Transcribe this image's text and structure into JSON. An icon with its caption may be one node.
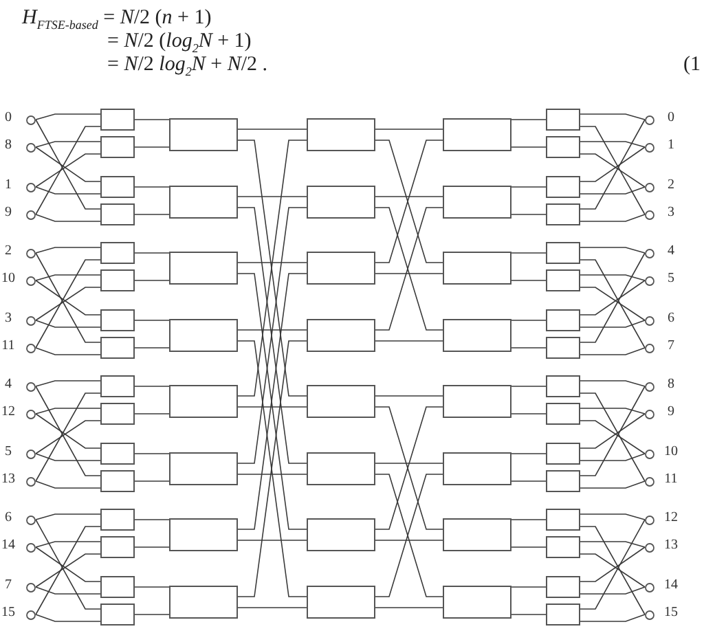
{
  "diagram": {
    "nodes": [
      {
        "text": [],
        "shape": "circle",
        "beside": [
          "0"
        ]
      },
      {
        "text": [],
        "shape": "circle",
        "beside": [
          "8"
        ]
      },
      {
        "text": [],
        "shape": "circle",
        "beside": [
          "1"
        ]
      },
      {
        "text": [],
        "shape": "circle",
        "beside": [
          "9"
        ]
      },
      {
        "text": [],
        "shape": "circle",
        "beside": [
          "2"
        ]
      },
      {
        "text": [],
        "shape": "circle",
        "beside": [
          "10"
        ]
      },
      {
        "text": [],
        "shape": "circle",
        "beside": [
          "3"
        ]
      },
      {
        "text": [],
        "shape": "circle",
        "beside": [
          "11"
        ]
      },
      {
        "text": [],
        "shape": "circle",
        "beside": [
          "4"
        ]
      },
      {
        "text": [],
        "shape": "circle",
        "beside": [
          "12"
        ]
      },
      {
        "text": [],
        "shape": "circle",
        "beside": [
          "5"
        ]
      },
      {
        "text": [],
        "shape": "circle",
        "beside": [
          "13"
        ]
      },
      {
        "text": [],
        "shape": "circle",
        "beside": [
          "6"
        ]
      },
      {
        "text": [],
        "shape": "circle",
        "beside": [
          "14"
        ]
      },
      {
        "text": [],
        "shape": "circle",
        "beside": [
          "7"
        ]
      },
      {
        "text": [],
        "shape": "circle",
        "beside": [
          "15"
        ]
      },
      {
        "text": [],
        "shape": "box"
      },
      {
        "text": [],
        "shape": "box"
      },
      {
        "text": [],
        "shape": "box"
      },
      {
        "text": [],
        "shape": "box"
      },
      {
        "text": [],
        "shape": "box"
      },
      {
        "text": [],
        "shape": "box"
      },
      {
        "text": [],
        "shape": "box"
      },
      {
        "text": [],
        "shape": "box"
      },
      {
        "text": [],
        "shape": "box"
      },
      {
        "text": [],
        "shape": "box"
      },
      {
        "text": [],
        "shape": "box"
      },
      {
        "text": [],
        "shape": "box"
      },
      {
        "text": [],
        "shape": "box"
      },
      {
        "text": [],
        "shape": "box"
      },
      {
        "text": [],
        "shape": "box"
      },
      {
        "text": [],
        "shape": "box"
      },
      {
        "text": [],
        "shape": "box"
      },
      {
        "text": [],
        "shape": "box"
      },
      {
        "text": [],
        "shape": "box"
      },
      {
        "text": [],
        "shape": "box"
      },
      {
        "text": [],
        "shape": "box"
      },
      {
        "text": [],
        "shape": "box"
      },
      {
        "text": [],
        "shape": "box"
      },
      {
        "text": [],
        "shape": "box"
      },
      {
        "text": [],
        "shape": "box"
      },
      {
        "text": [],
        "shape": "box"
      },
      {
        "text": [],
        "shape": "box"
      },
      {
        "text": [],
        "shape": "box"
      },
      {
        "text": [],
        "shape": "box"
      },
      {
        "text": [],
        "shape": "box"
      },
      {
        "text": [],
        "shape": "box"
      },
      {
        "text": [],
        "shape": "box"
      },
      {
        "text": [],
        "shape": "box"
      },
      {
        "text": [],
        "shape": "box"
      },
      {
        "text": [],
        "shape": "box"
      },
      {
        "text": [],
        "shape": "box"
      },
      {
        "text": [],
        "shape": "box"
      },
      {
        "text": [],
        "shape": "box"
      },
      {
        "text": [],
        "shape": "box"
      },
      {
        "text": [],
        "shape": "box"
      },
      {
        "text": [],
        "shape": "box"
      },
      {
        "text": [],
        "shape": "box"
      },
      {
        "text": [],
        "shape": "box"
      },
      {
        "text": [],
        "shape": "box"
      },
      {
        "text": [],
        "shape": "box"
      },
      {
        "text": [],
        "shape": "box"
      },
      {
        "text": [],
        "shape": "box"
      },
      {
        "text": [],
        "shape": "box"
      },
      {
        "text": [],
        "shape": "box"
      },
      {
        "text": [],
        "shape": "box"
      },
      {
        "text": [],
        "shape": "box"
      },
      {
        "text": [],
        "shape": "box"
      },
      {
        "text": [],
        "shape": "box"
      },
      {
        "text": [],
        "shape": "box"
      },
      {
        "text": [],
        "shape": "box"
      },
      {
        "text": [],
        "shape": "box"
      },
      {
        "text": [],
        "shape": "circle",
        "beside": [
          "0"
        ]
      },
      {
        "text": [],
        "shape": "circle",
        "beside": [
          "1"
        ]
      },
      {
        "text": [],
        "shape": "circle",
        "beside": [
          "2"
        ]
      },
      {
        "text": [],
        "shape": "circle",
        "beside": [
          "3"
        ]
      },
      {
        "text": [],
        "shape": "circle",
        "beside": [
          "4"
        ]
      },
      {
        "text": [],
        "shape": "circle",
        "beside": [
          "5"
        ]
      },
      {
        "text": [],
        "shape": "circle",
        "beside": [
          "6"
        ]
      },
      {
        "text": [],
        "shape": "circle",
        "beside": [
          "7"
        ]
      },
      {
        "text": [],
        "shape": "circle",
        "beside": [
          "8"
        ]
      },
      {
        "text": [],
        "shape": "circle",
        "beside": [
          "9"
        ]
      },
      {
        "text": [],
        "shape": "circle",
        "beside": [
          "10"
        ]
      },
      {
        "text": [],
        "shape": "circle",
        "beside": [
          "11"
        ]
      },
      {
        "text": [],
        "shape": "circle",
        "beside": [
          "12"
        ]
      },
      {
        "text": [],
        "shape": "circle",
        "beside": [
          "13"
        ]
      },
      {
        "text": [],
        "shape": "circle",
        "beside": [
          "14"
        ]
      },
      {
        "text": [],
        "shape": "circle",
        "beside": [
          "15"
        ]
      }
    ],
    "edges": [
      {
        "from": 0,
        "to": 16,
        "arrow": "none"
      },
      {
        "from": 0,
        "to": 19,
        "arrow": "none"
      },
      {
        "from": 1,
        "to": 17,
        "arrow": "none"
      },
      {
        "from": 1,
        "to": 18,
        "arrow": "none"
      },
      {
        "from": 2,
        "to": 17,
        "arrow": "none"
      },
      {
        "from": 2,
        "to": 18,
        "arrow": "none"
      },
      {
        "from": 3,
        "to": 16,
        "arrow": "none"
      },
      {
        "from": 3,
        "to": 19,
        "arrow": "none"
      },
      {
        "from": 4,
        "to": 20,
        "arrow": "none"
      },
      {
        "from": 4,
        "to": 23,
        "arrow": "none"
      },
      {
        "from": 5,
        "to": 21,
        "arrow": "none"
      },
      {
        "from": 5,
        "to": 22,
        "arrow": "none"
      },
      {
        "from": 6,
        "to": 21,
        "arrow": "none"
      },
      {
        "from": 6,
        "to": 22,
        "arrow": "none"
      },
      {
        "from": 7,
        "to": 20,
        "arrow": "none"
      },
      {
        "from": 7,
        "to": 23,
        "arrow": "none"
      },
      {
        "from": 8,
        "to": 24,
        "arrow": "none"
      },
      {
        "from": 8,
        "to": 27,
        "arrow": "none"
      },
      {
        "from": 9,
        "to": 25,
        "arrow": "none"
      },
      {
        "from": 9,
        "to": 26,
        "arrow": "none"
      },
      {
        "from": 10,
        "to": 25,
        "arrow": "none"
      },
      {
        "from": 10,
        "to": 26,
        "arrow": "none"
      },
      {
        "from": 11,
        "to": 24,
        "arrow": "none"
      },
      {
        "from": 11,
        "to": 27,
        "arrow": "none"
      },
      {
        "from": 12,
        "to": 28,
        "arrow": "none"
      },
      {
        "from": 12,
        "to": 31,
        "arrow": "none"
      },
      {
        "from": 13,
        "to": 29,
        "arrow": "none"
      },
      {
        "from": 13,
        "to": 30,
        "arrow": "none"
      },
      {
        "from": 14,
        "to": 29,
        "arrow": "none"
      },
      {
        "from": 14,
        "to": 30,
        "arrow": "none"
      },
      {
        "from": 15,
        "to": 28,
        "arrow": "none"
      },
      {
        "from": 15,
        "to": 31,
        "arrow": "none"
      },
      {
        "from": 16,
        "to": 32,
        "arrow": "none"
      },
      {
        "from": 17,
        "to": 32,
        "arrow": "none"
      },
      {
        "from": 18,
        "to": 33,
        "arrow": "none"
      },
      {
        "from": 19,
        "to": 33,
        "arrow": "none"
      },
      {
        "from": 20,
        "to": 34,
        "arrow": "none"
      },
      {
        "from": 21,
        "to": 34,
        "arrow": "none"
      },
      {
        "from": 22,
        "to": 35,
        "arrow": "none"
      },
      {
        "from": 23,
        "to": 35,
        "arrow": "none"
      },
      {
        "from": 24,
        "to": 36,
        "arrow": "none"
      },
      {
        "from": 25,
        "to": 36,
        "arrow": "none"
      },
      {
        "from": 26,
        "to": 37,
        "arrow": "none"
      },
      {
        "from": 27,
        "to": 37,
        "arrow": "none"
      },
      {
        "from": 28,
        "to": 38,
        "arrow": "none"
      },
      {
        "from": 29,
        "to": 38,
        "arrow": "none"
      },
      {
        "from": 30,
        "to": 39,
        "arrow": "none"
      },
      {
        "from": 31,
        "to": 39,
        "arrow": "none"
      },
      {
        "from": 32,
        "to": 40,
        "arrow": "none"
      },
      {
        "from": 32,
        "to": 44,
        "arrow": "none"
      },
      {
        "from": 33,
        "to": 41,
        "arrow": "none"
      },
      {
        "from": 33,
        "to": 45,
        "arrow": "none"
      },
      {
        "from": 34,
        "to": 42,
        "arrow": "none"
      },
      {
        "from": 34,
        "to": 46,
        "arrow": "none"
      },
      {
        "from": 35,
        "to": 43,
        "arrow": "none"
      },
      {
        "from": 35,
        "to": 47,
        "arrow": "none"
      },
      {
        "from": 36,
        "to": 40,
        "arrow": "none"
      },
      {
        "from": 36,
        "to": 44,
        "arrow": "none"
      },
      {
        "from": 37,
        "to": 41,
        "arrow": "none"
      },
      {
        "from": 37,
        "to": 45,
        "arrow": "none"
      },
      {
        "from": 38,
        "to": 42,
        "arrow": "none"
      },
      {
        "from": 38,
        "to": 46,
        "arrow": "none"
      },
      {
        "from": 39,
        "to": 43,
        "arrow": "none"
      },
      {
        "from": 39,
        "to": 47,
        "arrow": "none"
      },
      {
        "from": 40,
        "to": 48,
        "arrow": "none"
      },
      {
        "from": 40,
        "to": 50,
        "arrow": "none"
      },
      {
        "from": 41,
        "to": 49,
        "arrow": "none"
      },
      {
        "from": 41,
        "to": 51,
        "arrow": "none"
      },
      {
        "from": 42,
        "to": 48,
        "arrow": "none"
      },
      {
        "from": 42,
        "to": 50,
        "arrow": "none"
      },
      {
        "from": 43,
        "to": 49,
        "arrow": "none"
      },
      {
        "from": 43,
        "to": 51,
        "arrow": "none"
      },
      {
        "from": 44,
        "to": 52,
        "arrow": "none"
      },
      {
        "from": 44,
        "to": 54,
        "arrow": "none"
      },
      {
        "from": 45,
        "to": 53,
        "arrow": "none"
      },
      {
        "from": 45,
        "to": 55,
        "arrow": "none"
      },
      {
        "from": 46,
        "to": 52,
        "arrow": "none"
      },
      {
        "from": 46,
        "to": 54,
        "arrow": "none"
      },
      {
        "from": 47,
        "to": 53,
        "arrow": "none"
      },
      {
        "from": 47,
        "to": 55,
        "arrow": "none"
      },
      {
        "from": 48,
        "to": 56,
        "arrow": "none"
      },
      {
        "from": 48,
        "to": 57,
        "arrow": "none"
      },
      {
        "from": 49,
        "to": 58,
        "arrow": "none"
      },
      {
        "from": 49,
        "to": 59,
        "arrow": "none"
      },
      {
        "from": 50,
        "to": 60,
        "arrow": "none"
      },
      {
        "from": 50,
        "to": 61,
        "arrow": "none"
      },
      {
        "from": 51,
        "to": 62,
        "arrow": "none"
      },
      {
        "from": 51,
        "to": 63,
        "arrow": "none"
      },
      {
        "from": 52,
        "to": 64,
        "arrow": "none"
      },
      {
        "from": 52,
        "to": 65,
        "arrow": "none"
      },
      {
        "from": 53,
        "to": 66,
        "arrow": "none"
      },
      {
        "from": 53,
        "to": 67,
        "arrow": "none"
      },
      {
        "from": 54,
        "to": 68,
        "arrow": "none"
      },
      {
        "from": 54,
        "to": 69,
        "arrow": "none"
      },
      {
        "from": 55,
        "to": 70,
        "arrow": "none"
      },
      {
        "from": 55,
        "to": 71,
        "arrow": "none"
      },
      {
        "from": 56,
        "to": 72,
        "arrow": "none"
      },
      {
        "from": 56,
        "to": 75,
        "arrow": "none"
      },
      {
        "from": 57,
        "to": 73,
        "arrow": "none"
      },
      {
        "from": 57,
        "to": 74,
        "arrow": "none"
      },
      {
        "from": 58,
        "to": 73,
        "arrow": "none"
      },
      {
        "from": 58,
        "to": 74,
        "arrow": "none"
      },
      {
        "from": 59,
        "to": 72,
        "arrow": "none"
      },
      {
        "from": 59,
        "to": 75,
        "arrow": "none"
      },
      {
        "from": 60,
        "to": 76,
        "arrow": "none"
      },
      {
        "from": 60,
        "to": 79,
        "arrow": "none"
      },
      {
        "from": 61,
        "to": 77,
        "arrow": "none"
      },
      {
        "from": 61,
        "to": 78,
        "arrow": "none"
      },
      {
        "from": 62,
        "to": 77,
        "arrow": "none"
      },
      {
        "from": 62,
        "to": 78,
        "arrow": "none"
      },
      {
        "from": 63,
        "to": 76,
        "arrow": "none"
      },
      {
        "from": 63,
        "to": 79,
        "arrow": "none"
      },
      {
        "from": 64,
        "to": 80,
        "arrow": "none"
      },
      {
        "from": 64,
        "to": 83,
        "arrow": "none"
      },
      {
        "from": 65,
        "to": 81,
        "arrow": "none"
      },
      {
        "from": 65,
        "to": 82,
        "arrow": "none"
      },
      {
        "from": 66,
        "to": 81,
        "arrow": "none"
      },
      {
        "from": 66,
        "to": 82,
        "arrow": "none"
      },
      {
        "from": 67,
        "to": 80,
        "arrow": "none"
      },
      {
        "from": 67,
        "to": 83,
        "arrow": "none"
      },
      {
        "from": 68,
        "to": 84,
        "arrow": "none"
      },
      {
        "from": 68,
        "to": 87,
        "arrow": "none"
      },
      {
        "from": 69,
        "to": 85,
        "arrow": "none"
      },
      {
        "from": 69,
        "to": 86,
        "arrow": "none"
      },
      {
        "from": 70,
        "to": 85,
        "arrow": "none"
      },
      {
        "from": 70,
        "to": 86,
        "arrow": "none"
      },
      {
        "from": 71,
        "to": 84,
        "arrow": "none"
      },
      {
        "from": 71,
        "to": 87,
        "arrow": "none"
      }
    ],
    "labels": [
      "*H*$_{FTSE-based}$ = *N*/2 (*n* + 1)",
      "= *N*/2 (*log*$_{2}$*N* + 1)",
      "= *N*/2 *log*$_{2}$*N* + *N*/2 .",
      "(1"
    ]
  }
}
